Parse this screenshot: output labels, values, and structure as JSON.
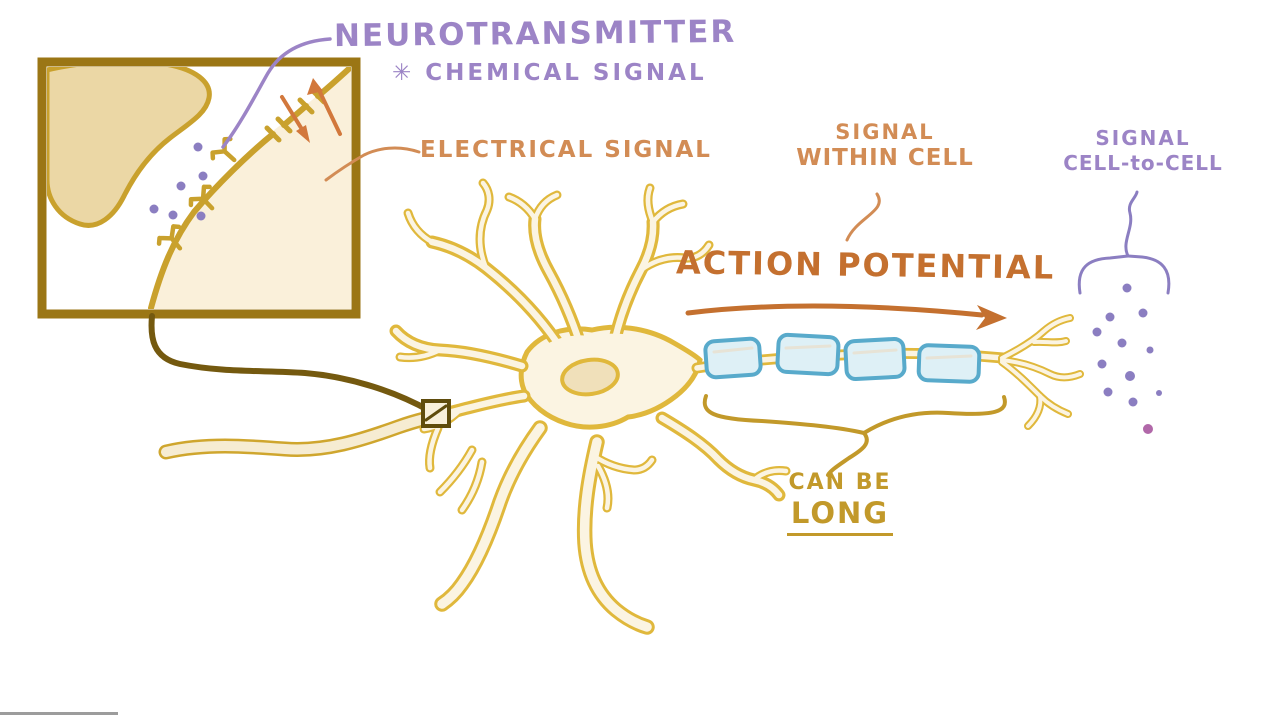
{
  "labels": {
    "neurotransmitter": {
      "text": "NEUROTRANSMITTER"
    },
    "chemical_signal": {
      "marker": "✳",
      "text": "CHEMICAL SIGNAL"
    },
    "electrical_signal": {
      "text": "ELECTRICAL SIGNAL"
    },
    "signal_within_cell": {
      "line1": "SIGNAL",
      "line2": "WITHIN CELL"
    },
    "action_potential": {
      "text": "ACTION POTENTIAL"
    },
    "signal_cell_to_cell": {
      "line1": "SIGNAL",
      "line2": "CELL-to-CELL"
    },
    "can_be_long": {
      "line1": "CAN BE",
      "line2": "LONG"
    }
  },
  "palette": {
    "bg": "#ffffff",
    "label_purple": "#9c84c6",
    "label_orange": "#d28c55",
    "label_orange_deep": "#c4702f",
    "label_gold": "#c2992a",
    "ink_gold": "#e0b83c",
    "ink_gold_deep": "#c9a12d",
    "border_brown": "#9b7615",
    "connector_brown": "#74590f",
    "marker_brown": "#5f4c0c",
    "blob_beige": "#ebd7a5",
    "cell_cream": "#fbf4e2",
    "cleft_cream": "#faf0da",
    "nucleus_beige": "#f0e0ba",
    "myelin_blue": "#58aacb",
    "myelin_fill": "#def0f6",
    "plus_orange": "#d5814b",
    "arrow_orange": "#d2783c",
    "dot_purple": "#8b7ec1",
    "dot_magenta": "#b168a9",
    "progress_gray": "#9c9c9c"
  }
}
